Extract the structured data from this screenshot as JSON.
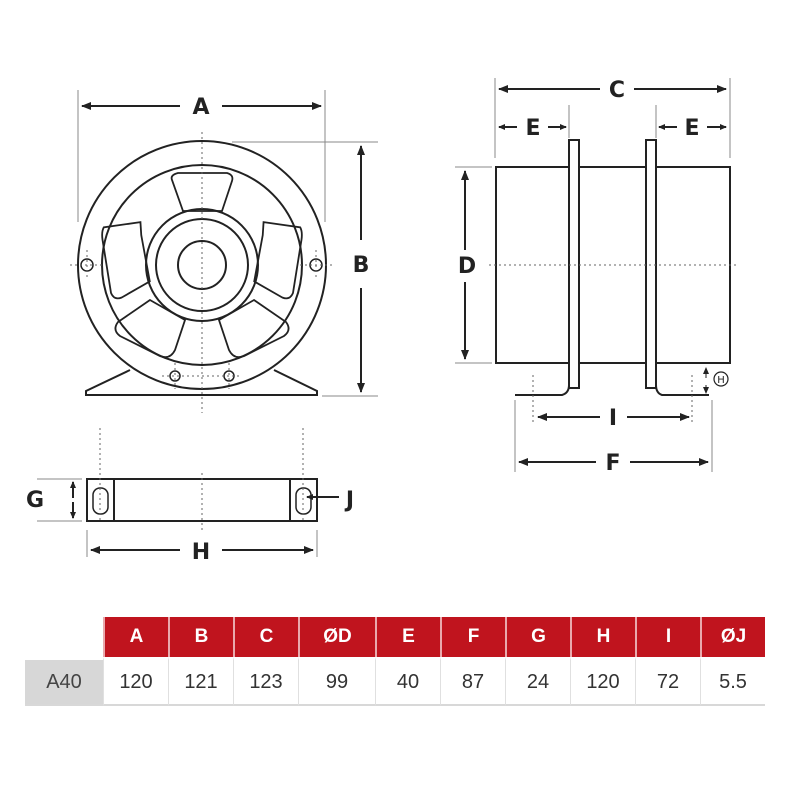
{
  "drawing": {
    "front_view": {
      "labels": {
        "width": "A",
        "height": "B"
      }
    },
    "side_view": {
      "labels": {
        "length": "C",
        "diameter": "D",
        "flange_offset_left": "E",
        "flange_offset_right": "E",
        "foot_width": "F",
        "hole_spacing": "I",
        "foot_height": "H"
      }
    },
    "foot_view": {
      "labels": {
        "thickness": "G",
        "length": "H",
        "slot": "J"
      }
    }
  },
  "table": {
    "columns": [
      "A",
      "B",
      "C",
      "ØD",
      "E",
      "F",
      "G",
      "H",
      "I",
      "ØJ"
    ],
    "rows": [
      {
        "model": "A40",
        "values": [
          "120",
          "121",
          "123",
          "99",
          "40",
          "87",
          "24",
          "120",
          "72",
          "5.5"
        ]
      }
    ]
  },
  "colors": {
    "header_bg": "#c0141e",
    "model_cell_bg": "#d7d7d7",
    "line": "#222222"
  }
}
